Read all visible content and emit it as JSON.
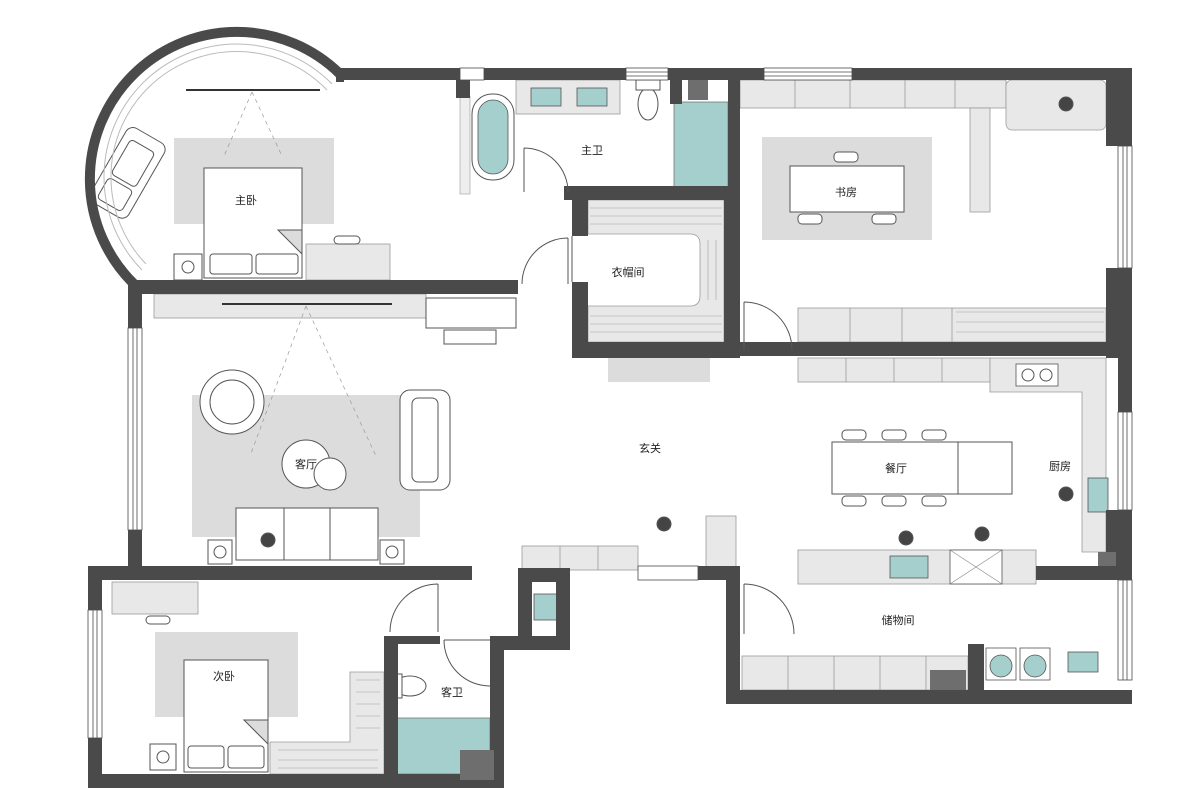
{
  "colors": {
    "wall": "#4a4a4a",
    "partition": "#6e6e6e",
    "floor": "#ffffff",
    "rug": "#dddcdd",
    "cabinet": "#e9e8e9",
    "water": "#a5cfcd",
    "line": "#666666",
    "window": "#ffffff"
  },
  "rooms": {
    "master_bedroom": "主卧",
    "master_bath": "主卫",
    "study": "书房",
    "walk_in_closet": "衣帽间",
    "living_room": "客厅",
    "entrance": "玄关",
    "dining_room": "餐厅",
    "kitchen": "厨房",
    "second_bedroom": "次卧",
    "guest_bath": "客卫",
    "storage_room": "储物间"
  }
}
